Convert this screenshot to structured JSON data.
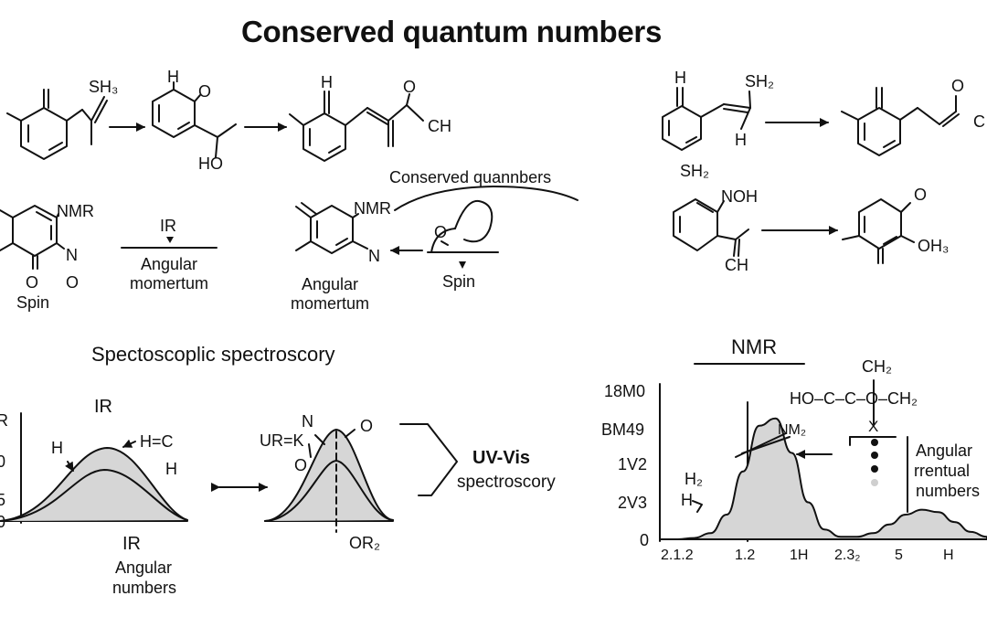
{
  "title": "Conserved quantum numbers",
  "top_left": {
    "sh3": "SH₃",
    "h": "H",
    "o1": "O",
    "ho": "HO",
    "h2": "H",
    "o2": "O",
    "ch": "CH"
  },
  "top_right": {
    "h": "H",
    "sh2": "SH₂",
    "h2": "H",
    "sh2_below": "SH₂",
    "o": "O",
    "c": "C"
  },
  "mid_left": {
    "nmr": "NMR",
    "n": "N",
    "o1": "O",
    "o2": "O",
    "spin": "Spin",
    "ir": "IR",
    "angular": "Angular",
    "momentum": "momertum"
  },
  "mid_center": {
    "nmr": "NMR",
    "n": "N",
    "o": "O",
    "curve_label": "Conserved quannbers",
    "angular": "Angular",
    "momentum": "momertum",
    "spin": "Spin"
  },
  "mid_right": {
    "noh": "NOH",
    "ch": "CH",
    "o": "O",
    "oh3": "OH₃"
  },
  "spectro": {
    "heading": "Spectoscoplic spectroscory",
    "ir_top": "IR",
    "y_labels": [
      "R",
      "0",
      "5",
      "0"
    ],
    "h": "H",
    "hc": "H=C",
    "hc_h": "H",
    "ir_bottom": "IR",
    "angular": "Angular",
    "numbers": "numbers",
    "ur": "UR=K",
    "n": "N",
    "o_top": "O",
    "o_bottom": "O",
    "or2": "OR₂",
    "uvvis": "UV-Vis",
    "uvvis_sub": "spectroscory"
  },
  "nmr": {
    "heading": "NMR",
    "y_labels": [
      "18M0",
      "BM49",
      "1V2",
      "2V3",
      "0"
    ],
    "x_labels": [
      "2.1.2",
      "1.2",
      "1H",
      "2.3₂",
      "5",
      "H"
    ],
    "nm2": "NM₂",
    "h2": "H₂",
    "h": "H",
    "ch2_top": "CH₂",
    "chain": "HO–C–C–O–CH₂",
    "x_mark": "X",
    "angular": "Angular",
    "rentual": "rrentual",
    "numbers": "numbers"
  },
  "chart_data": {
    "type": "area",
    "title": "NMR",
    "y_tick_labels": [
      "18M0",
      "BM49",
      "1V2",
      "2V3",
      "0"
    ],
    "x_tick_labels": [
      "2.1.2",
      "1.2",
      "1H",
      "2.3₂",
      "5",
      "H"
    ],
    "series": [
      {
        "x": [
          0.0,
          0.5,
          1.0,
          1.5,
          2.0,
          2.5,
          3.0,
          3.5,
          4.0,
          4.5,
          5.0,
          5.5,
          6.0,
          6.5,
          7.0,
          7.5,
          8.0,
          8.5,
          9.0,
          9.5,
          10.0
        ],
        "values": [
          0.0,
          0.0,
          0.01,
          0.05,
          0.2,
          0.55,
          0.92,
          0.98,
          0.7,
          0.3,
          0.08,
          0.02,
          0.02,
          0.05,
          0.12,
          0.2,
          0.24,
          0.22,
          0.14,
          0.06,
          0.02
        ]
      }
    ]
  }
}
